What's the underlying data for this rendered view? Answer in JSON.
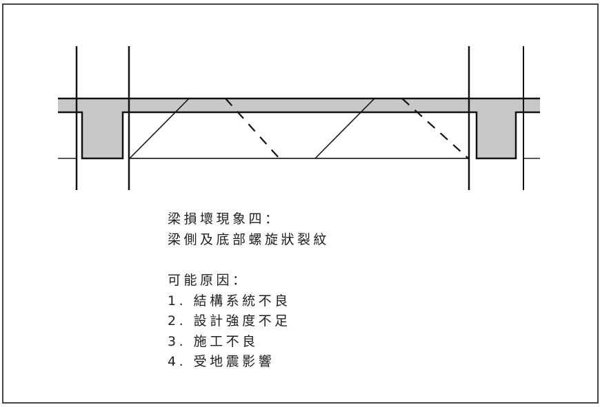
{
  "diagram": {
    "title": "梁損壞現象四：",
    "subtitle": "梁側及底部螺旋狀裂紋",
    "causes_heading": "可能原因：",
    "causes": [
      "1. 結構系統不良",
      "2. 設計強度不足",
      "3. 施工不良",
      "4. 受地震影響"
    ],
    "colors": {
      "frame": "#444444",
      "line": "#111111",
      "concrete_fill": "#c8c8c8",
      "text": "#1e1e1e"
    },
    "elements": {
      "slab": "slab-strip",
      "beams": [
        "left-column-stub",
        "right-column-stub"
      ],
      "cracks": [
        "solid-diagonal-crack",
        "dashed-diagonal-crack",
        "solid-diagonal-crack",
        "dashed-diagonal-crack"
      ]
    }
  }
}
